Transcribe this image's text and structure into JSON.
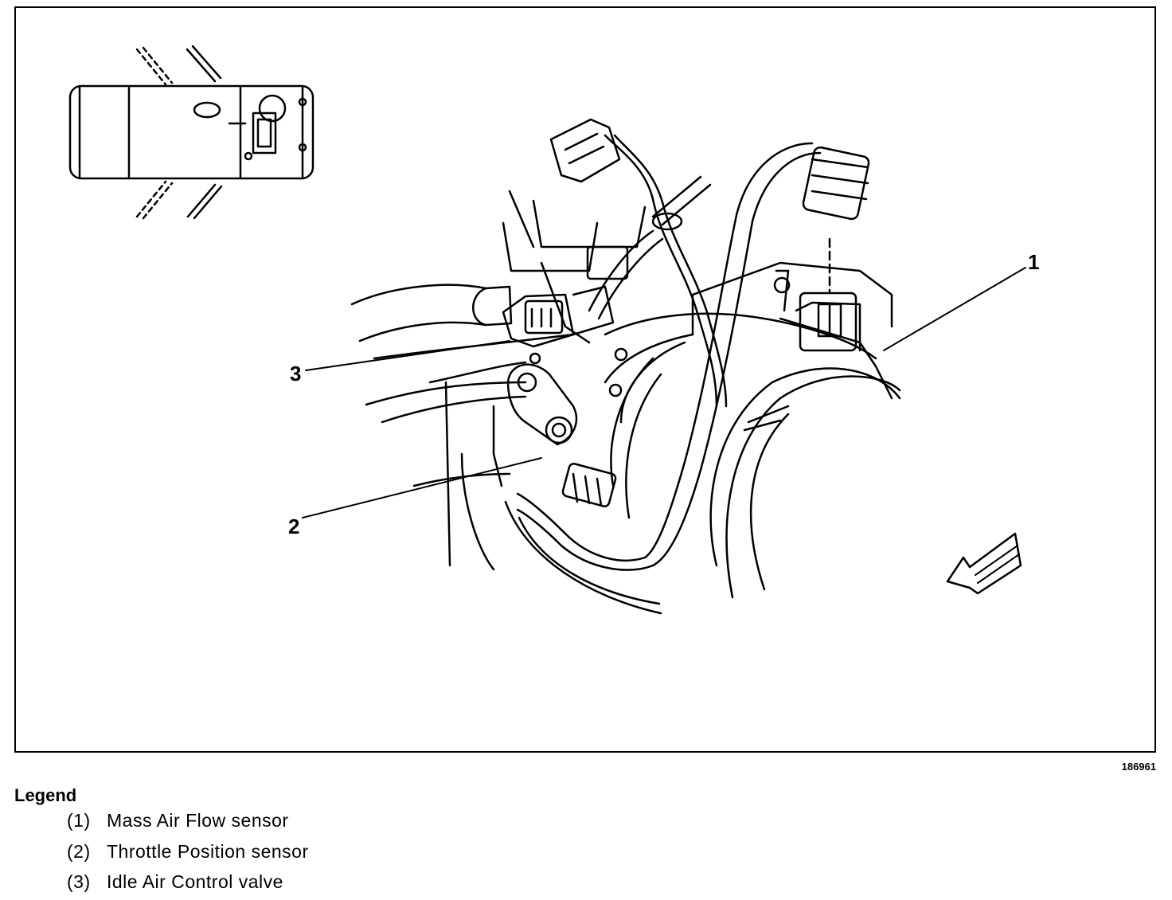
{
  "figure": {
    "id": "186961",
    "callouts": [
      {
        "num": "1"
      },
      {
        "num": "2"
      },
      {
        "num": "3"
      }
    ]
  },
  "legend": {
    "title": "Legend",
    "items": [
      {
        "num": "(1)",
        "label": "Mass Air Flow sensor"
      },
      {
        "num": "(2)",
        "label": "Throttle Position sensor"
      },
      {
        "num": "(3)",
        "label": "Idle Air Control valve"
      }
    ]
  }
}
